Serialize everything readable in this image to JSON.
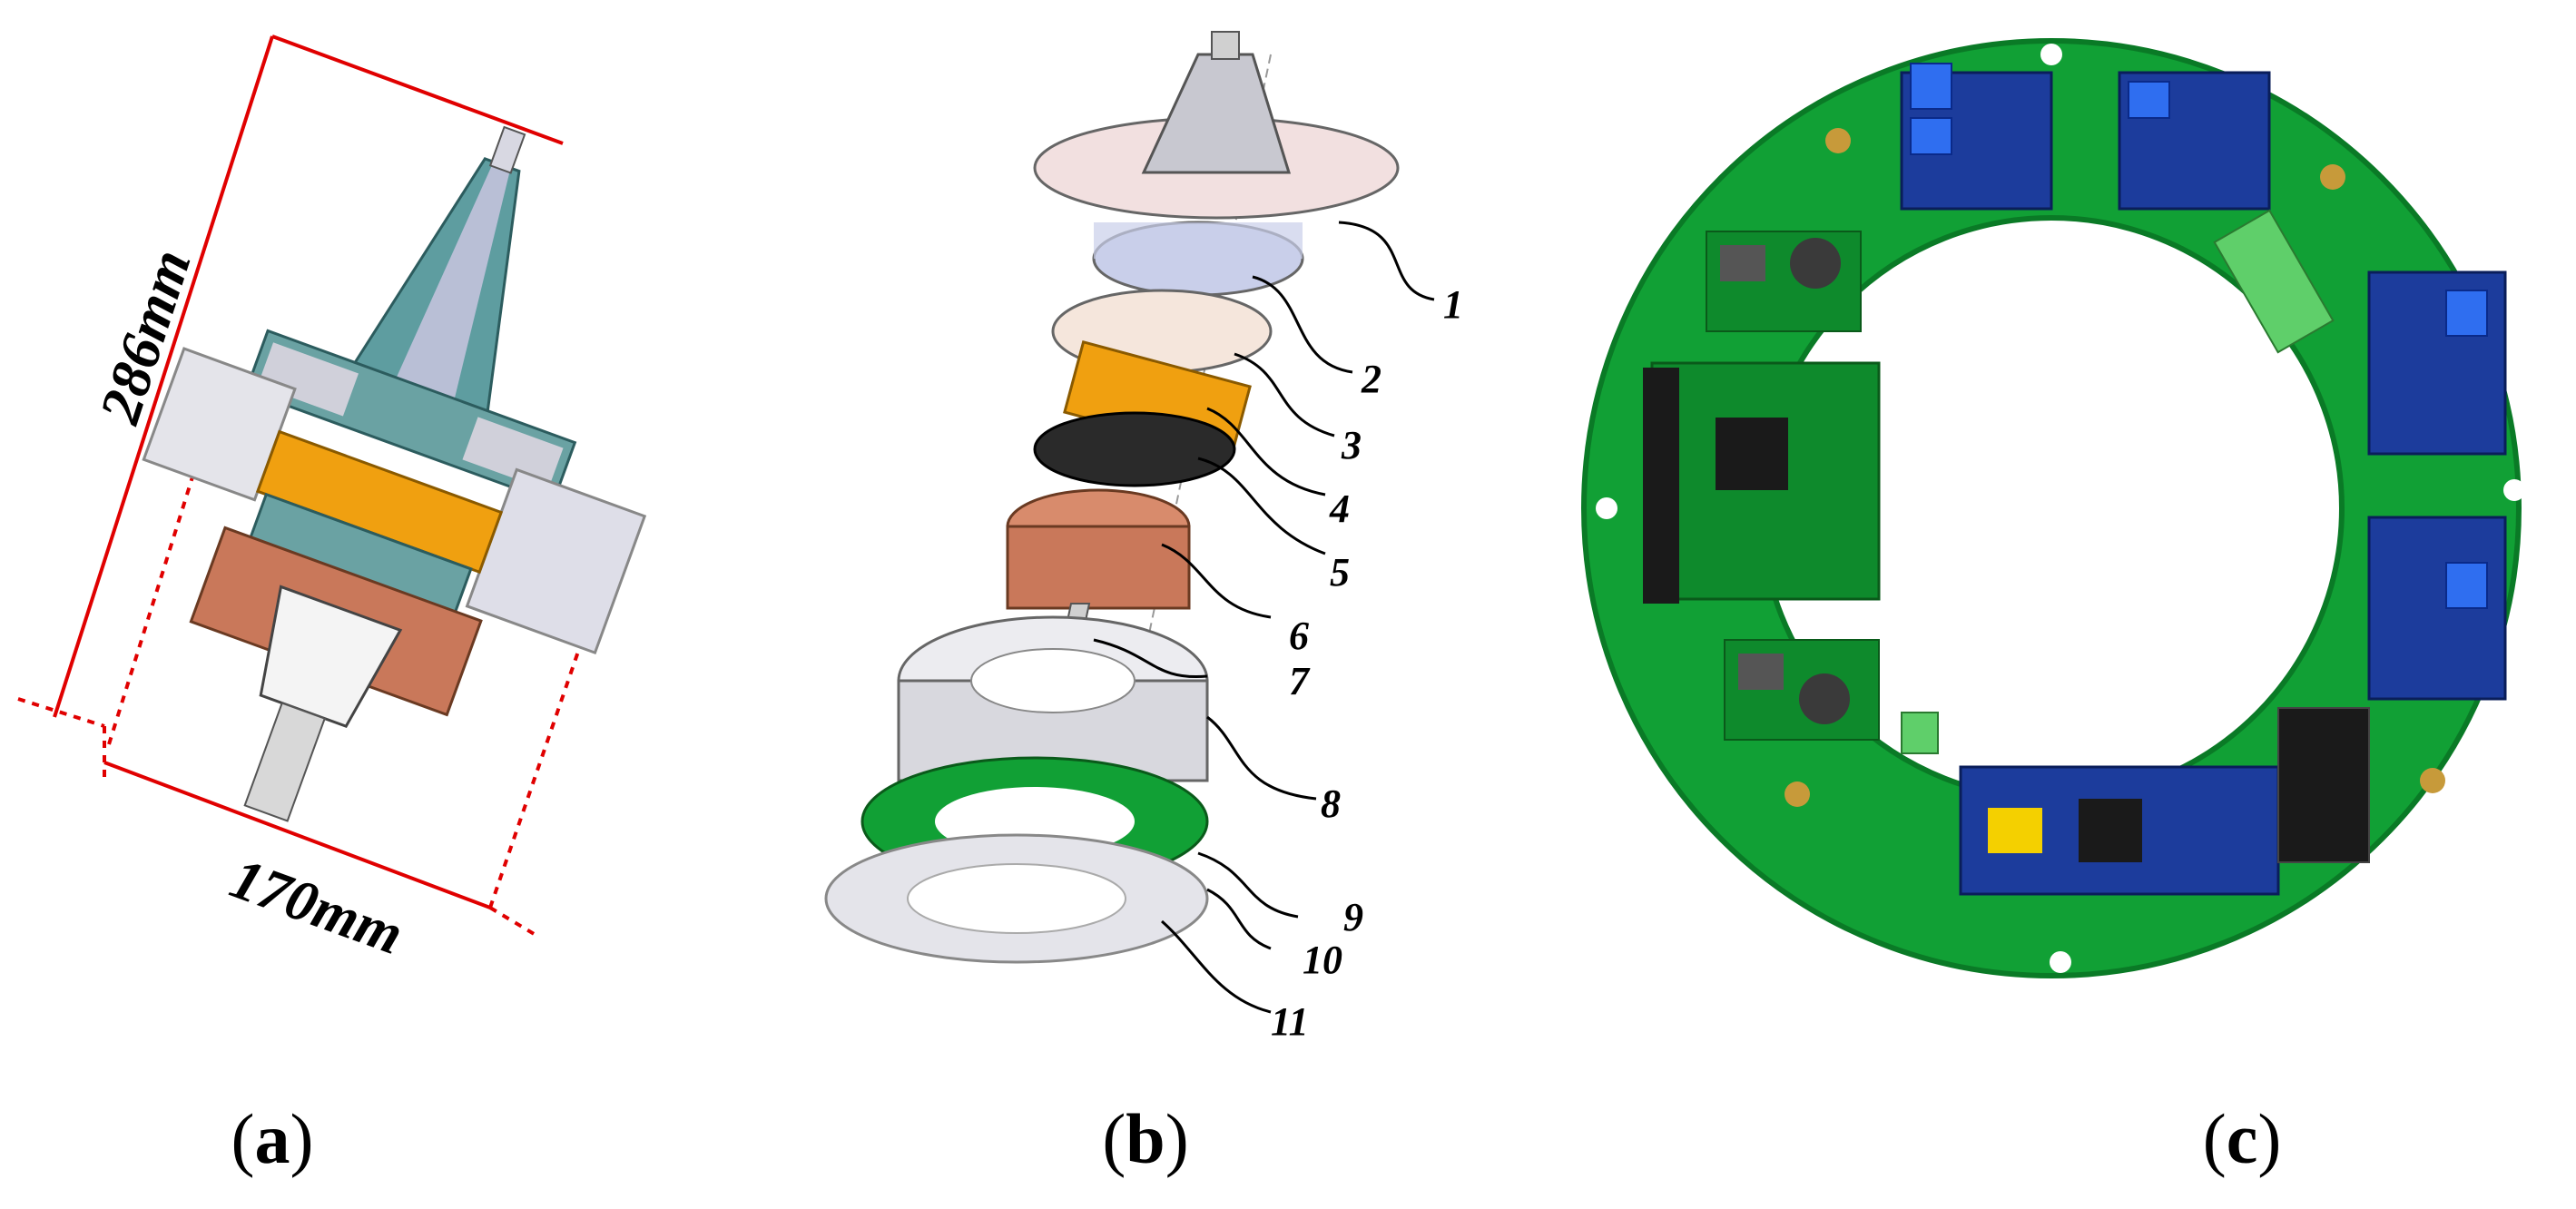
{
  "panels": {
    "a": {
      "caption_letter": "a",
      "dim_height": "286mm",
      "dim_width": "170mm"
    },
    "b": {
      "caption_letter": "b",
      "part_numbers": [
        "1",
        "2",
        "3",
        "4",
        "5",
        "6",
        "7",
        "8",
        "9",
        "10",
        "11"
      ]
    },
    "c": {
      "caption_letter": "c"
    }
  },
  "colors": {
    "dimension_line": "#e00000",
    "pcb_green": "#11a035",
    "module_blue": "#1c3c9c",
    "copper": "#c9785a",
    "orange_part": "#f0a010",
    "steel": "#c8c8d0"
  }
}
